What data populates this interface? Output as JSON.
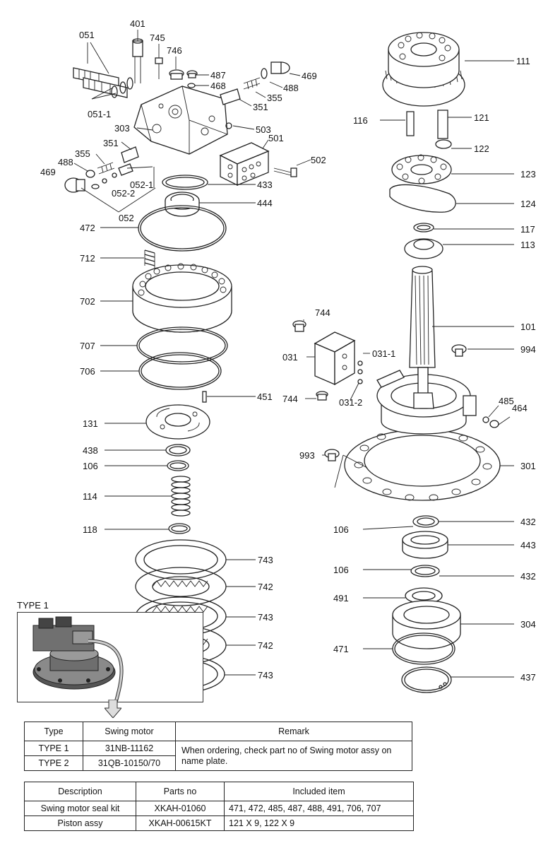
{
  "labels": [
    {
      "id": "401",
      "text": "401"
    },
    {
      "id": "051",
      "text": "051"
    },
    {
      "id": "745",
      "text": "745"
    },
    {
      "id": "746",
      "text": "746"
    },
    {
      "id": "487",
      "text": "487"
    },
    {
      "id": "468",
      "text": "468"
    },
    {
      "id": "469a",
      "text": "469"
    },
    {
      "id": "488a",
      "text": "488"
    },
    {
      "id": "355a",
      "text": "355"
    },
    {
      "id": "351a",
      "text": "351"
    },
    {
      "id": "051-1",
      "text": "051-1"
    },
    {
      "id": "303",
      "text": "303"
    },
    {
      "id": "503",
      "text": "503"
    },
    {
      "id": "501",
      "text": "501"
    },
    {
      "id": "351b",
      "text": "351"
    },
    {
      "id": "355b",
      "text": "355"
    },
    {
      "id": "488b",
      "text": "488"
    },
    {
      "id": "469b",
      "text": "469"
    },
    {
      "id": "052-1",
      "text": "052-1"
    },
    {
      "id": "052-2",
      "text": "052-2"
    },
    {
      "id": "502",
      "text": "502"
    },
    {
      "id": "433",
      "text": "433"
    },
    {
      "id": "444",
      "text": "444"
    },
    {
      "id": "052",
      "text": "052"
    },
    {
      "id": "472",
      "text": "472"
    },
    {
      "id": "712",
      "text": "712"
    },
    {
      "id": "702",
      "text": "702"
    },
    {
      "id": "707",
      "text": "707"
    },
    {
      "id": "706",
      "text": "706"
    },
    {
      "id": "451",
      "text": "451"
    },
    {
      "id": "131",
      "text": "131"
    },
    {
      "id": "438",
      "text": "438"
    },
    {
      "id": "106a",
      "text": "106"
    },
    {
      "id": "114",
      "text": "114"
    },
    {
      "id": "118",
      "text": "118"
    },
    {
      "id": "743a",
      "text": "743"
    },
    {
      "id": "742a",
      "text": "742"
    },
    {
      "id": "743b",
      "text": "743"
    },
    {
      "id": "742b",
      "text": "742"
    },
    {
      "id": "743c",
      "text": "743"
    },
    {
      "id": "111",
      "text": "111"
    },
    {
      "id": "116",
      "text": "116"
    },
    {
      "id": "121",
      "text": "121"
    },
    {
      "id": "122",
      "text": "122"
    },
    {
      "id": "123",
      "text": "123"
    },
    {
      "id": "124",
      "text": "124"
    },
    {
      "id": "117",
      "text": "117"
    },
    {
      "id": "113",
      "text": "113"
    },
    {
      "id": "744a",
      "text": "744"
    },
    {
      "id": "101",
      "text": "101"
    },
    {
      "id": "031",
      "text": "031"
    },
    {
      "id": "031-1",
      "text": "031-1"
    },
    {
      "id": "994",
      "text": "994"
    },
    {
      "id": "744b",
      "text": "744"
    },
    {
      "id": "031-2",
      "text": "031-2"
    },
    {
      "id": "485",
      "text": "485"
    },
    {
      "id": "464",
      "text": "464"
    },
    {
      "id": "993",
      "text": "993"
    },
    {
      "id": "301",
      "text": "301"
    },
    {
      "id": "106b",
      "text": "106"
    },
    {
      "id": "432a",
      "text": "432"
    },
    {
      "id": "443",
      "text": "443"
    },
    {
      "id": "106c",
      "text": "106"
    },
    {
      "id": "432b",
      "text": "432"
    },
    {
      "id": "491",
      "text": "491"
    },
    {
      "id": "304",
      "text": "304"
    },
    {
      "id": "471",
      "text": "471"
    },
    {
      "id": "437",
      "text": "437"
    }
  ],
  "type1_label": "TYPE 1",
  "table1": {
    "headers": [
      "Type",
      "Swing motor",
      "Remark"
    ],
    "rows": [
      {
        "type": "TYPE 1",
        "motor": "31NB-11162"
      },
      {
        "type": "TYPE 2",
        "motor": "31QB-10150/70"
      }
    ],
    "remark": "When ordering, check part no of Swing motor assy on name plate."
  },
  "table2": {
    "headers": [
      "Description",
      "Parts no",
      "Included item"
    ],
    "rows": [
      {
        "description": "Swing motor seal kit",
        "parts_no": "XKAH-01060",
        "included": "471, 472, 485, 487, 488, 491, 706, 707"
      },
      {
        "description": "Piston assy",
        "parts_no": "XKAH-00615KT",
        "included": "121 X 9, 122 X 9"
      }
    ]
  }
}
